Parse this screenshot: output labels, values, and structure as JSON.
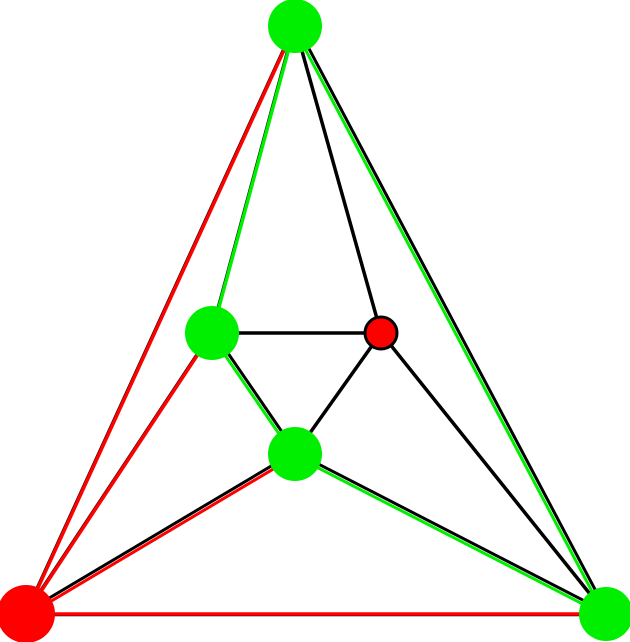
{
  "graph": {
    "colors": {
      "background": "#ffffff",
      "black": "#000000",
      "red": "#ff0000",
      "green": "#00ee00"
    },
    "nodes": [
      {
        "id": "top",
        "color": "green",
        "outlined": false
      },
      {
        "id": "inner-left",
        "color": "green",
        "outlined": false
      },
      {
        "id": "inner-right",
        "color": "red",
        "outlined": true
      },
      {
        "id": "inner-bottom",
        "color": "green",
        "outlined": false
      },
      {
        "id": "bottom-left",
        "color": "red",
        "outlined": false
      },
      {
        "id": "bottom-right",
        "color": "green",
        "outlined": false
      }
    ],
    "edges": [
      {
        "from": "top",
        "to": "bottom-left",
        "style": "red"
      },
      {
        "from": "top",
        "to": "bottom-right",
        "style": "black-green"
      },
      {
        "from": "bottom-left",
        "to": "bottom-right",
        "style": "red"
      },
      {
        "from": "top",
        "to": "inner-left",
        "style": "green"
      },
      {
        "from": "top",
        "to": "inner-right",
        "style": "black"
      },
      {
        "from": "inner-left",
        "to": "inner-right",
        "style": "black"
      },
      {
        "from": "inner-left",
        "to": "inner-bottom",
        "style": "black-green"
      },
      {
        "from": "inner-right",
        "to": "inner-bottom",
        "style": "black"
      },
      {
        "from": "inner-left",
        "to": "bottom-left",
        "style": "red"
      },
      {
        "from": "inner-bottom",
        "to": "bottom-left",
        "style": "red-black"
      },
      {
        "from": "inner-bottom",
        "to": "bottom-right",
        "style": "black-green"
      },
      {
        "from": "inner-right",
        "to": "bottom-right",
        "style": "black"
      }
    ]
  }
}
